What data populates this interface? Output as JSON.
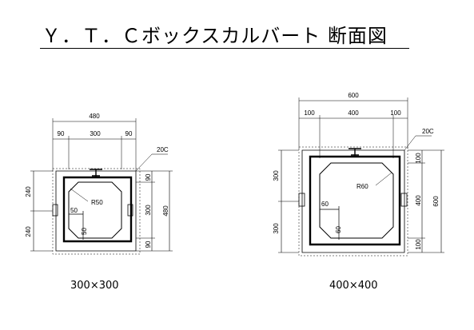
{
  "title": "Ｙ．Ｔ．Ｃボックスカルバート 断面図",
  "sections": [
    {
      "caption": "300×300",
      "dims": {
        "total_width": "480",
        "left_wall": "90",
        "inner_width": "300",
        "right_wall": "90",
        "chamfer": "20C",
        "radius": "R50",
        "left_upper": "240",
        "left_lower": "240",
        "right_top": "90",
        "right_inner": "300",
        "right_bottom": "90",
        "right_total": "480",
        "haunch_h": "50",
        "haunch_v": "50"
      }
    },
    {
      "caption": "400×400",
      "dims": {
        "total_width": "600",
        "left_wall": "100",
        "inner_width": "400",
        "right_wall": "100",
        "chamfer": "20C",
        "radius": "R60",
        "left_upper": "300",
        "left_lower": "300",
        "right_top": "100",
        "right_inner": "400",
        "right_bottom": "100",
        "right_total": "600",
        "haunch_h": "60",
        "haunch_v": "60"
      }
    }
  ]
}
